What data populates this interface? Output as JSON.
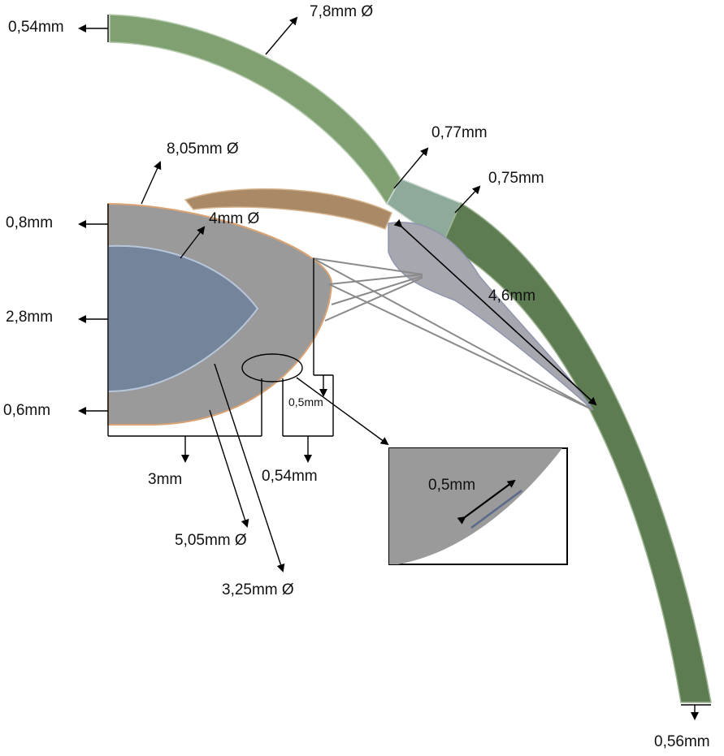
{
  "labels": {
    "sclera_top_thickness": "0,54mm",
    "sclera_diameter": "7,8mm Ø",
    "lens_diameter": "8,05mm Ø",
    "nucleus_diameter": "4mm Ø",
    "limbus_thickness_a": "0,77mm",
    "limbus_thickness_b": "0,75mm",
    "lens_axial_thickness": "0,8mm",
    "nucleus_thickness": "2,8mm",
    "posterior_cortex_thickness": "0,6mm",
    "ciliary_distance": "4,6mm",
    "zonule_gap": "0,5mm",
    "lens_half_thickness": "3mm",
    "equator_gap": "0,54mm",
    "inner_diameter": "5,05mm Ø",
    "nucleus_equator_diameter": "3,25mm Ø",
    "inset_capsule_thickness": "0,5mm",
    "sclera_bottom_thickness": "0,56mm"
  },
  "colors": {
    "sclera_light": "#7fa070",
    "sclera_dark": "#5e7c52",
    "limbus": "#8eaa9a",
    "iris": "#a98966",
    "lens": "#9a9a9a",
    "lens_outline": "#d9a373",
    "nucleus": "#74849a",
    "ciliary": "#a7a7b0"
  }
}
